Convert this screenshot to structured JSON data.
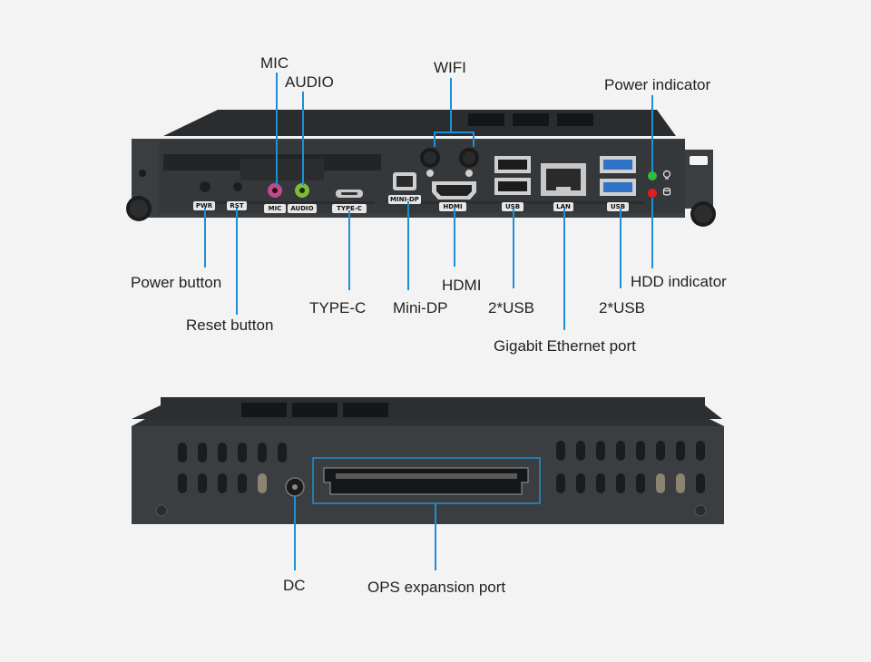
{
  "front_panel": {
    "callouts": {
      "mic": "MIC",
      "audio": "AUDIO",
      "wifi": "WIFI",
      "power_indicator": "Power indicator",
      "power_button": "Power button",
      "reset_button": "Reset button",
      "type_c": "TYPE-C",
      "mini_dp": "Mini-DP",
      "hdmi": "HDMI",
      "usb_left": "2*USB",
      "usb_right": "2*USB",
      "gigabit_ethernet": "Gigabit Ethernet port",
      "hdd_indicator": "HDD indicator"
    },
    "port_tags": {
      "pwr": "PWR",
      "rst": "RST",
      "mic": "MIC",
      "audio": "AUDIO",
      "type_c": "TYPE-C",
      "mini_dp": "MINI-DP",
      "hdmi": "HDMI",
      "usb_left": "USB",
      "lan": "LAN",
      "usb_right": "USB"
    }
  },
  "back_panel": {
    "callouts": {
      "dc": "DC",
      "ops_port": "OPS expansion port"
    }
  },
  "colors": {
    "leader_line": "#1e8fd6",
    "chassis": "#3a3d40",
    "usb_blue": "#2f72c8",
    "mic_jack": "#c24a8a",
    "audio_jack": "#7cbc3a",
    "power_led": "#2fbf3a",
    "hdd_led": "#e01f1f"
  }
}
